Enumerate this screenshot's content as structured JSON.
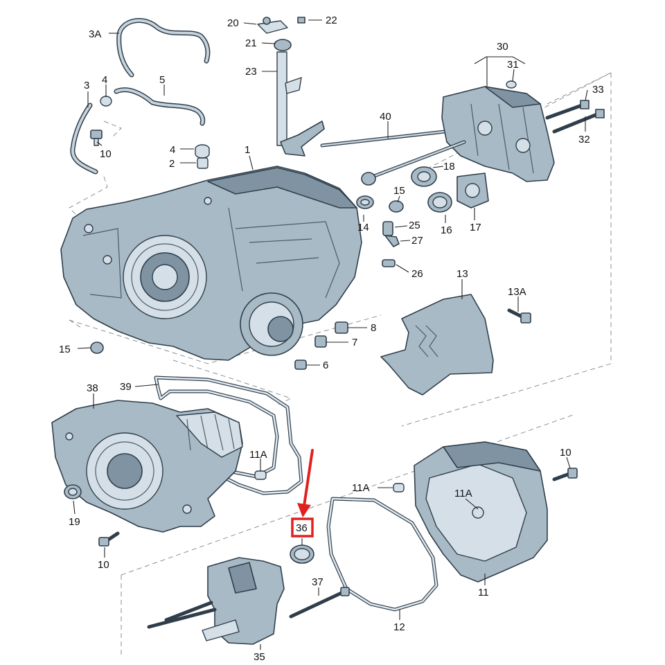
{
  "labels": [
    {
      "id": "3A",
      "text": "3A"
    },
    {
      "id": "3",
      "text": "3"
    },
    {
      "id": "4a",
      "text": "4"
    },
    {
      "id": "5",
      "text": "5"
    },
    {
      "id": "10a",
      "text": "10"
    },
    {
      "id": "4b",
      "text": "4"
    },
    {
      "id": "2",
      "text": "2"
    },
    {
      "id": "1",
      "text": "1"
    },
    {
      "id": "20",
      "text": "20"
    },
    {
      "id": "22",
      "text": "22"
    },
    {
      "id": "21",
      "text": "21"
    },
    {
      "id": "23",
      "text": "23"
    },
    {
      "id": "30",
      "text": "30"
    },
    {
      "id": "31",
      "text": "31"
    },
    {
      "id": "33",
      "text": "33"
    },
    {
      "id": "32",
      "text": "32"
    },
    {
      "id": "40",
      "text": "40"
    },
    {
      "id": "18",
      "text": "18"
    },
    {
      "id": "15a",
      "text": "15"
    },
    {
      "id": "14",
      "text": "14"
    },
    {
      "id": "16",
      "text": "16"
    },
    {
      "id": "17",
      "text": "17"
    },
    {
      "id": "25",
      "text": "25"
    },
    {
      "id": "27",
      "text": "27"
    },
    {
      "id": "26",
      "text": "26"
    },
    {
      "id": "13",
      "text": "13"
    },
    {
      "id": "13A",
      "text": "13A"
    },
    {
      "id": "8",
      "text": "8"
    },
    {
      "id": "7",
      "text": "7"
    },
    {
      "id": "6",
      "text": "6"
    },
    {
      "id": "15b",
      "text": "15"
    },
    {
      "id": "38",
      "text": "38"
    },
    {
      "id": "39",
      "text": "39"
    },
    {
      "id": "11Aa",
      "text": "11A"
    },
    {
      "id": "19",
      "text": "19"
    },
    {
      "id": "10b",
      "text": "10"
    },
    {
      "id": "36",
      "text": "36"
    },
    {
      "id": "11Ab",
      "text": "11A"
    },
    {
      "id": "11Ac",
      "text": "11A"
    },
    {
      "id": "10c",
      "text": "10"
    },
    {
      "id": "11",
      "text": "11"
    },
    {
      "id": "37",
      "text": "37"
    },
    {
      "id": "12",
      "text": "12"
    },
    {
      "id": "35",
      "text": "35"
    }
  ],
  "highlight": {
    "label": "36",
    "color": "#e02020"
  },
  "colors": {
    "part_fill": "#a9bac7",
    "outline": "#2f3e4a",
    "highlight": "#e02020"
  }
}
